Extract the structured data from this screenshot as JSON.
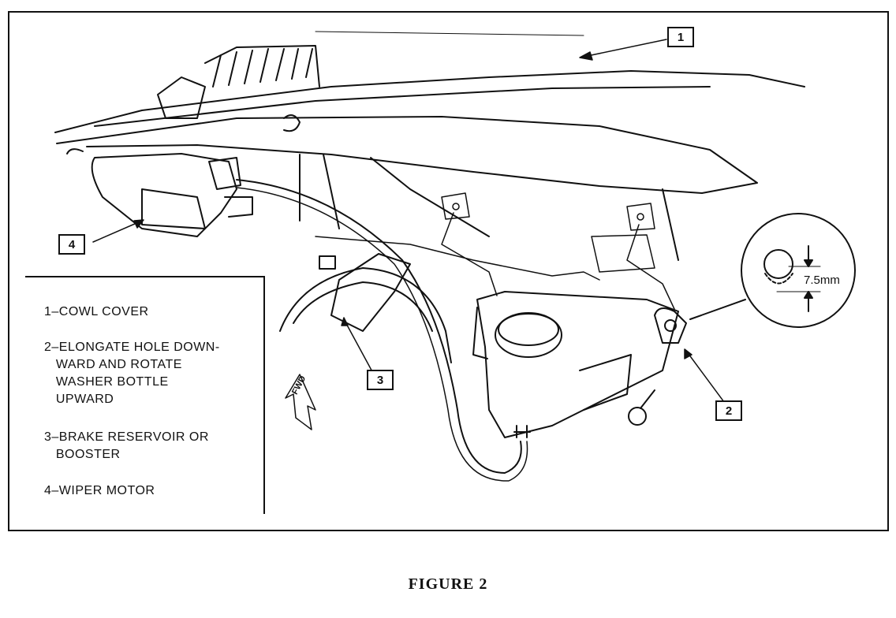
{
  "figure": {
    "caption": "FIGURE 2",
    "callouts": [
      "1",
      "2",
      "3",
      "4"
    ],
    "legend": [
      "1–COWL COVER",
      "2–ELONGATE HOLE DOWN-\n   WARD AND ROTATE\n   WASHER BOTTLE\n   UPWARD",
      "3–BRAKE RESERVOIR OR\n   BOOSTER",
      "4–WIPER MOTOR"
    ],
    "detail_dimension": "7.5mm",
    "direction_label": "FWD"
  }
}
